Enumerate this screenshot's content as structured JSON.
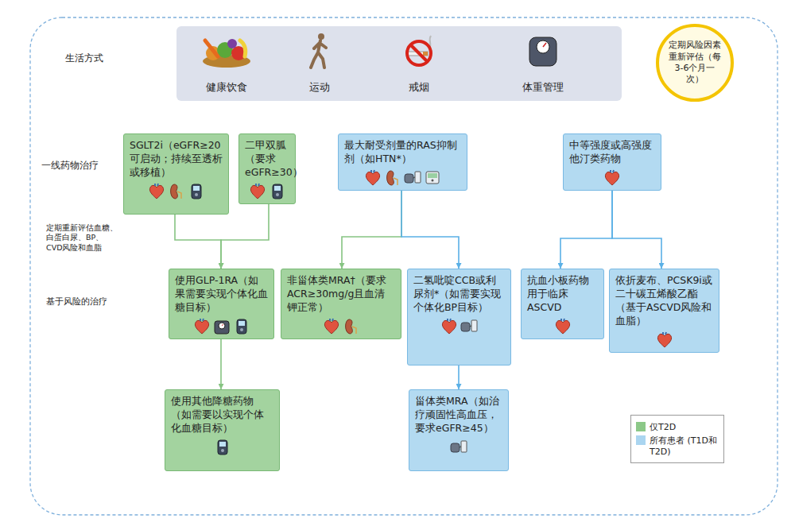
{
  "diagram": {
    "nodes": [
      {
        "text": [
          "健康饮食",
          "运动",
          "戒烟",
          "体重管理"
        ]
      },
      {
        "text": [
          "定期风险因素重新评估（每3-6个月一次）"
        ]
      },
      {
        "text": [
          "SGLT2i（eGFR≥20可启动；持续至透析或移植）"
        ]
      },
      {
        "text": [
          "二甲双胍（要求eGFR≥30）"
        ]
      },
      {
        "text": [
          "最大耐受剂量的RAS抑制剂（如HTN*）"
        ]
      },
      {
        "text": [
          "中等强度或高强度他汀类药物"
        ]
      },
      {
        "text": [
          "使用GLP-1RA（如果需要实现个体化血糖目标）"
        ]
      },
      {
        "text": [
          "非甾体类MRA†（要求ACR≥30mg/g且血清钾正常）"
        ]
      },
      {
        "text": [
          "二氢吡啶CCB或利尿剂*（如需要实现个体化BP目标）"
        ]
      },
      {
        "text": [
          "抗血小板药物用于临床ASCVD"
        ]
      },
      {
        "text": [
          "依折麦布、PCSK9i或二十碳五烯酸乙酯（基于ASCVD风险和血脂）"
        ]
      },
      {
        "text": [
          "使用其他降糖药物（如需要以实现个体化血糖目标）"
        ]
      },
      {
        "text": [
          "甾体类MRA（如治疗顽固性高血压，要求eGFR≥45）"
        ]
      }
    ],
    "edges": [
      {
        "from": 2,
        "to": 6,
        "arrow": "to"
      },
      {
        "from": 3,
        "to": 6,
        "arrow": "to"
      },
      {
        "from": 4,
        "to": 7,
        "arrow": "to"
      },
      {
        "from": 4,
        "to": 8,
        "arrow": "to"
      },
      {
        "from": 5,
        "to": 9,
        "arrow": "to"
      },
      {
        "from": 5,
        "to": 10,
        "arrow": "to"
      },
      {
        "from": 6,
        "to": 11,
        "arrow": "to"
      },
      {
        "from": 8,
        "to": 12,
        "arrow": "to"
      }
    ],
    "labels": [
      "生活方式",
      "一线药物治疗",
      "定期重新评估血糖、白蛋白尿、BP、CVD风险和血脂",
      "基于风险的治疗"
    ],
    "legend": [
      {
        "text": "仅T2D",
        "color": "#8cc888"
      },
      {
        "text": "所有患者 (T1D和T2D)",
        "color": "#aad5f0"
      }
    ]
  }
}
